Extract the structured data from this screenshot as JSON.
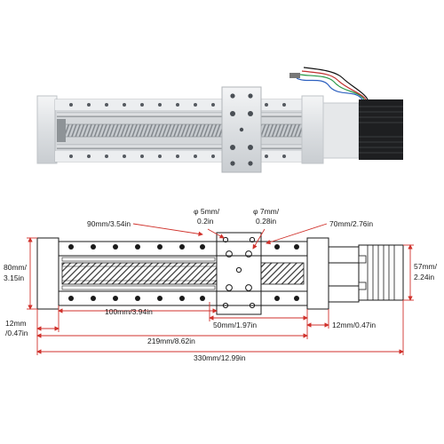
{
  "figure": {
    "photo_alt": "linear-stage-with-stepper-motor",
    "colors": {
      "dimension_line": "#d0322c",
      "outline": "#1a1a1a",
      "aluminum": "#e4e6e8",
      "motor": "#1c1c1c"
    }
  },
  "dimensions": {
    "hole_spacing_90": "90mm/3.54in",
    "hole_dia_5_top": "φ 5mm/",
    "hole_dia_5_bottom": "0.2in",
    "hole_dia_7_top": "φ 7mm/",
    "hole_dia_7_bottom": "0.28in",
    "hole_spacing_70": "70mm/2.76in",
    "height_80_top": "80mm/",
    "height_80_bottom": "3.15in",
    "motor_57_top": "57mm/",
    "motor_57_bottom": "2.24in",
    "rail_100": "100mm/3.94in",
    "carriage_50": "50mm/1.97in",
    "end_12_left_top": "12mm",
    "end_12_left_bottom": "/0.47in",
    "end_12_right": "12mm/0.47in",
    "length_219": "219mm/8.62in",
    "length_330": "330mm/12.99in"
  }
}
